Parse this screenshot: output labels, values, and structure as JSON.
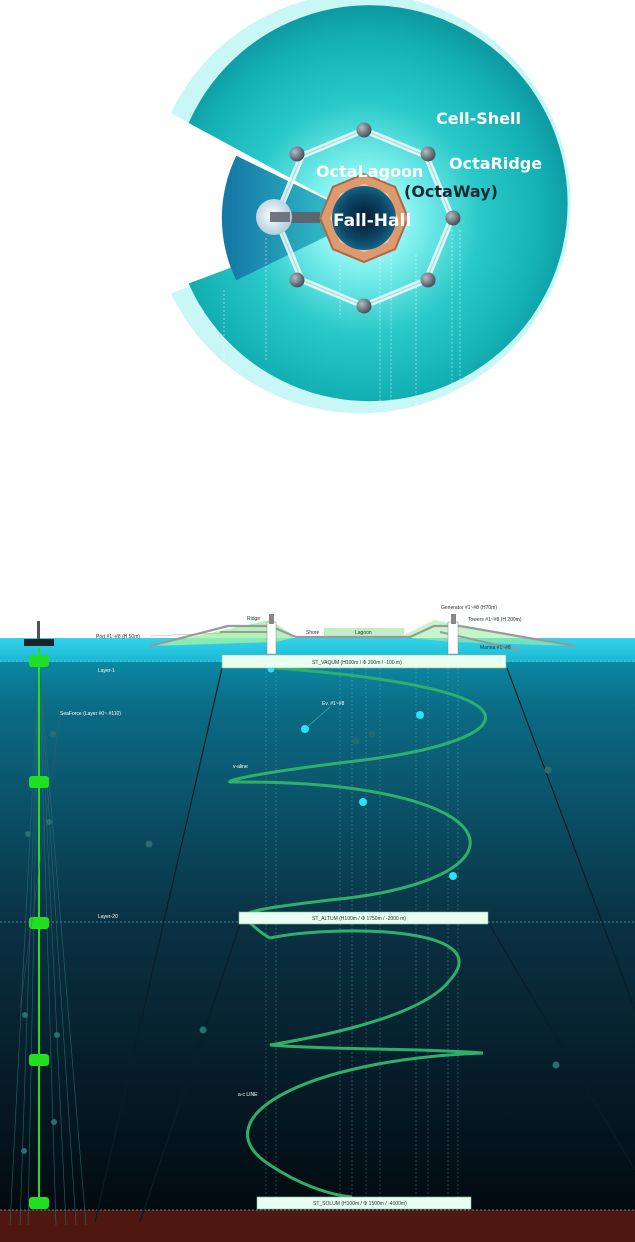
{
  "plan_view": {
    "labels": {
      "cell_shell": "Cell-Shell",
      "octa_ridge": "OctaRidge",
      "octa_lagoon": "OctaLagoon",
      "octa_way": "(OctaWay)",
      "fall_hall": "Fall-Hall"
    },
    "colors": {
      "outer_shell": "#c8f7f5",
      "water": "#26c6c6",
      "core_dark": "#0a2f4a",
      "ring_copper": "#d9956b",
      "tower_node": "#5b6670"
    }
  },
  "section_view": {
    "surface_labels": {
      "port": "Port #1~#8  (H 50m)",
      "ridge": "Ridge",
      "shore": "Shore",
      "lagoon": "Lagoon",
      "generator": "Generator  #1~#8  (H70m)",
      "towers": "Towers #1~#8 (H 200m)",
      "marina": "Marina #1~#8"
    },
    "depth_labels": {
      "layer1": "Layer-1",
      "seaforce": "SeaForce  (Layer #0~ #110)",
      "ev": "Ev. #1~#8",
      "v_line": "v-aline",
      "layer20": "Layer-20",
      "c_line": "a-c LINE"
    },
    "platforms": {
      "vaquum": "ST_VAQUM  (H100m / Φ 200m / -100 m)",
      "altum": "ST_ALTUM  (H100m / Φ 1750m / -2000 m)",
      "solum": "ST_SOLUM  (H100m / Φ 1500m / -4000m)"
    },
    "colors": {
      "sky_surface": "#3ad3ea",
      "deep_water": "#020a10",
      "seabed": "#4e1810",
      "helix": "#2fb06a",
      "mast": "#21e021"
    }
  }
}
